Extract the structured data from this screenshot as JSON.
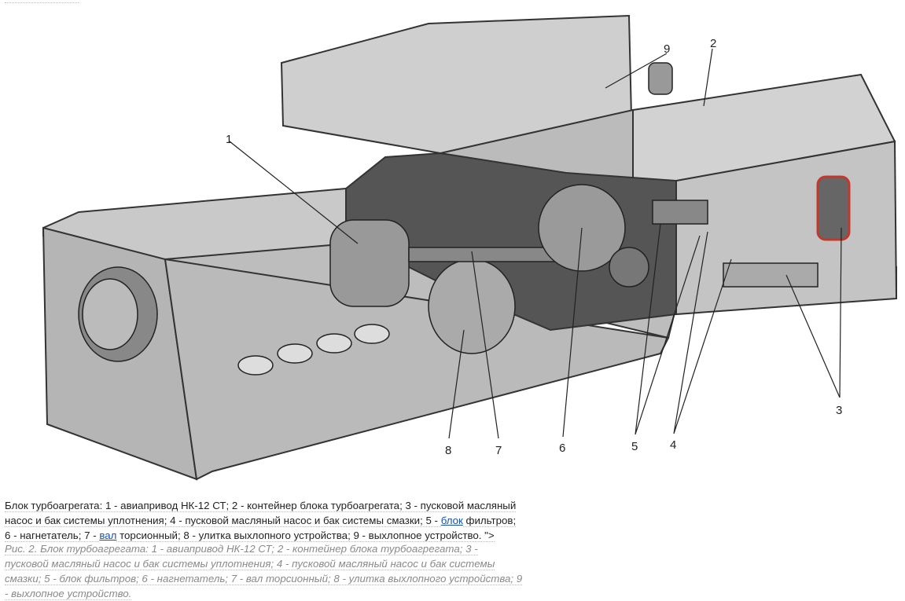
{
  "figure": {
    "labels": [
      "1",
      "2",
      "3",
      "4",
      "5",
      "6",
      "7",
      "8",
      "9"
    ]
  },
  "caption": {
    "part1": "Блок турбоагрегата: 1 - авиапривод НК-12 СТ; 2 - контейнер блока турбоагрегата; 3 - пусковой масляный насос и бак системы уплотнения; 4 - пусковой масляный насос и бак системы смазки; 5 - ",
    "link1": "блок",
    "part2": " фильтров; 6 - нагнетатель; 7 - ",
    "link2": "вал",
    "part3": " торсионный; 8 - улитка выхлопного устройства; 9 - выхлопное устройство. \">",
    "figure_caption": "Рис. 2. Блок турбоагрегата: 1 - авиапривод НК-12 СТ; 2 - контейнер блока турбоагрегата; 3 - пусковой масляный насос и бак системы уплотнения; 4 - пусковой масляный насос и бак системы смазки; 5 - блок фильтров; 6 - нагнетатель; 7 - вал торсионный; 8 - улитка выхлопного устройства; 9 - выхлопное устройство."
  }
}
